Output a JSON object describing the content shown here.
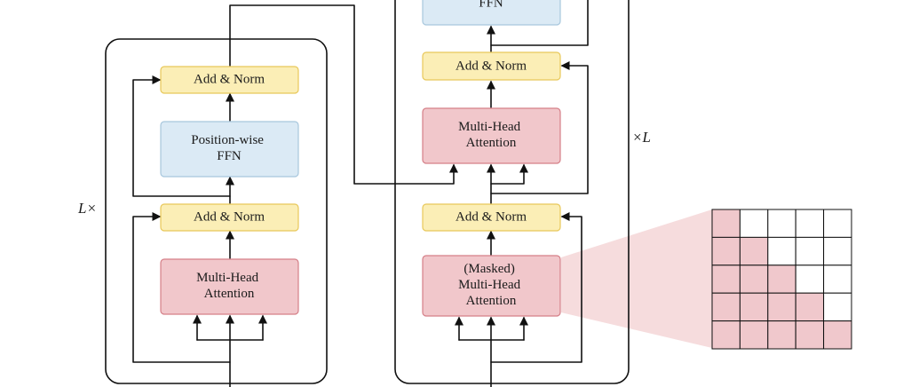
{
  "colors": {
    "add_norm_fill": "#fbeeb6",
    "add_norm_stroke": "#e8c85a",
    "attention_fill": "#f1c7cb",
    "attention_stroke": "#d57f88",
    "ffn_fill": "#dbeaf5",
    "ffn_stroke": "#a8c7dd",
    "mask_filled": "#f0c8cc",
    "mask_empty": "#ffffff",
    "projection": "#f6dcdd"
  },
  "encoder": {
    "repeat_label": "L×",
    "top_add_norm": "Add & Norm",
    "ffn": [
      "Position-wise",
      "FFN"
    ],
    "bottom_add_norm": "Add & Norm",
    "attention": [
      "Multi-Head",
      "Attention"
    ]
  },
  "decoder": {
    "repeat_label": "×L",
    "ffn": [
      "FFN"
    ],
    "top_add_norm": "Add & Norm",
    "cross_attention": [
      "Multi-Head",
      "Attention"
    ],
    "bottom_add_norm": "Add & Norm",
    "masked_attention": [
      "(Masked)",
      "Multi-Head",
      "Attention"
    ]
  },
  "mask_matrix": [
    [
      1,
      0,
      0,
      0,
      0
    ],
    [
      1,
      1,
      0,
      0,
      0
    ],
    [
      1,
      1,
      1,
      0,
      0
    ],
    [
      1,
      1,
      1,
      1,
      0
    ],
    [
      1,
      1,
      1,
      1,
      1
    ]
  ]
}
